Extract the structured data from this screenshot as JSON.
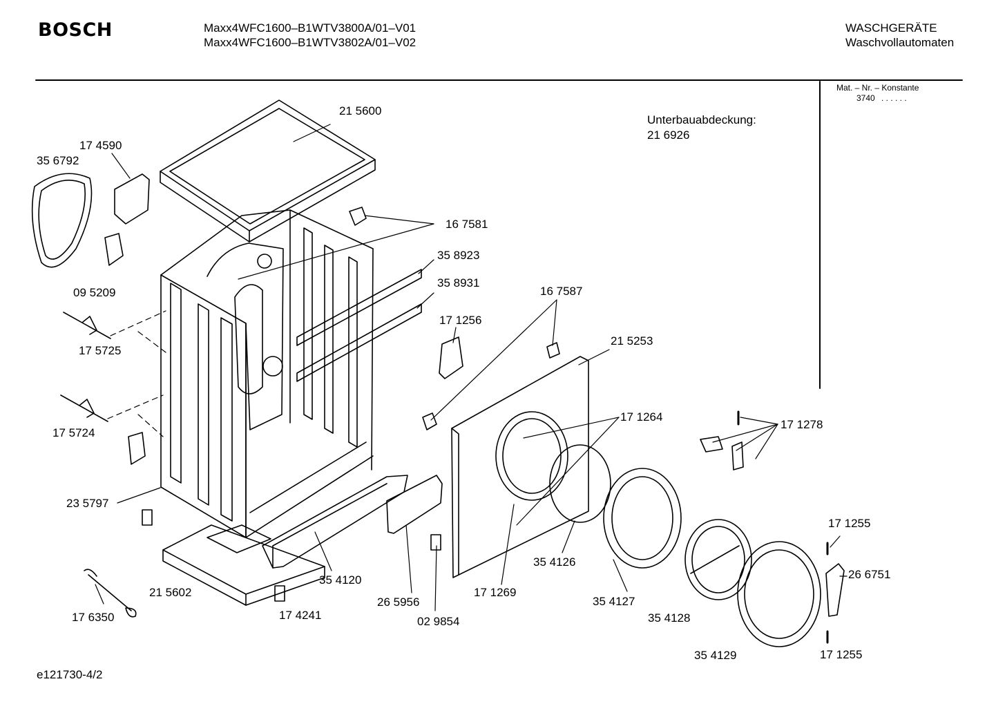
{
  "header": {
    "brand": "BOSCH",
    "model_line_1": "Maxx4WFC1600–B1WTV3800A/01–V01",
    "model_line_2": "Maxx4WFC1600–B1WTV3802A/01–V02",
    "category_line_1": "WASCHGERÄTE",
    "category_line_2": "Waschvollautomaten"
  },
  "konstante": {
    "label": "Mat. – Nr. – Konstante",
    "value": "3740",
    "dots": ". .   . . . ."
  },
  "note": {
    "label": "Unterbauabdeckung:",
    "part": "21 6926"
  },
  "parts": {
    "p215600": "21 5600",
    "p174590": "17 4590",
    "p356792": "35 6792",
    "p167581": "16 7581",
    "p358923": "35 8923",
    "p358931": "35 8931",
    "p095209": "09 5209",
    "p175725": "17 5725",
    "p167587": "16 7587",
    "p171256": "17 1256",
    "p215253": "21 5253",
    "p171264": "17 1264",
    "p171278": "17 1278",
    "p175724": "17 5724",
    "p235797": "23 5797",
    "p171255a": "17 1255",
    "p266751": "26 6751",
    "p354120": "35 4120",
    "p215602": "21 5602",
    "p354126": "35 4126",
    "p171269": "17 1269",
    "p265956": "26 5956",
    "p354127": "35 4127",
    "p176350": "17 6350",
    "p174241": "17 4241",
    "p029854": "02 9854",
    "p354128": "35 4128",
    "p354129": "35 4129",
    "p171255b": "17 1255"
  },
  "footer": {
    "drawing_id": "e121730-4/2"
  }
}
